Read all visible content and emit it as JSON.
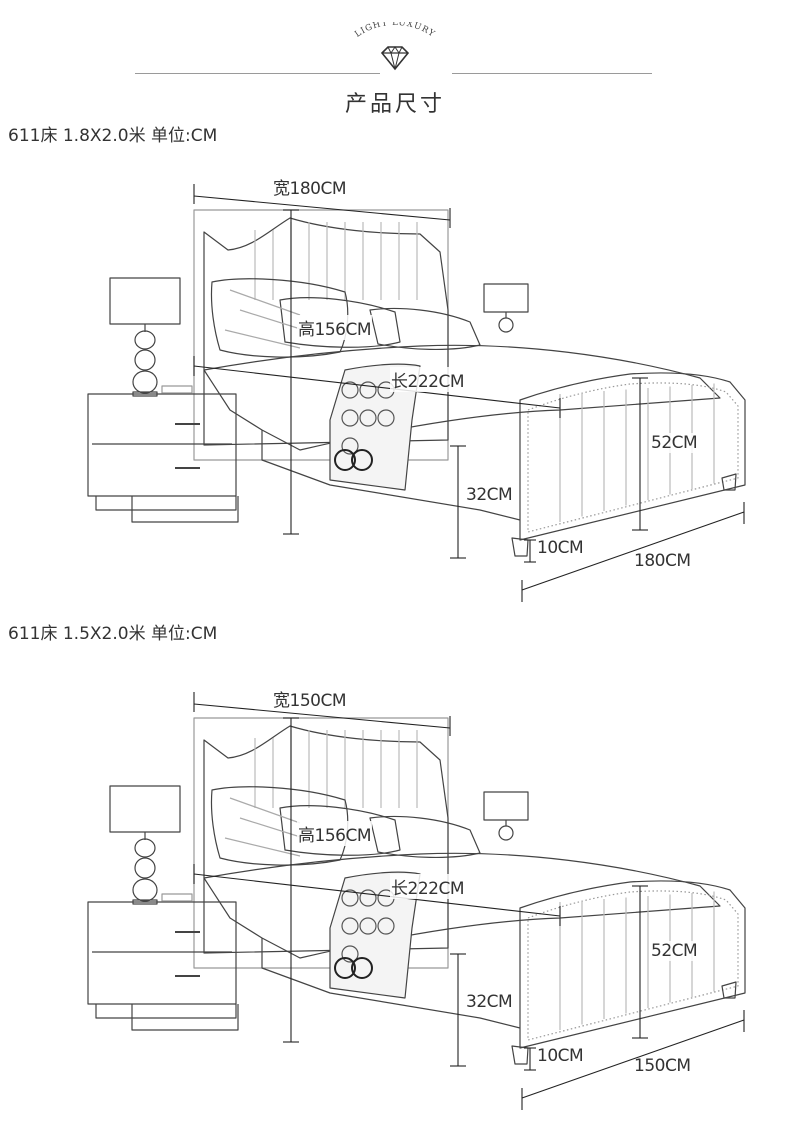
{
  "header": {
    "brand_arc": "LIGHT LUXURY",
    "title": "产品尺寸"
  },
  "sections": [
    {
      "spec": "611床 1.8X2.0米 单位:CM",
      "width_label": "宽180CM",
      "height_label": "高156CM",
      "length_label": "长222CM",
      "footboard_label": "52CM",
      "side_label": "32CM",
      "leg_label": "10CM",
      "bottom_label": "180CM"
    },
    {
      "spec": "611床 1.5X2.0米 单位:CM",
      "width_label": "宽150CM",
      "height_label": "高156CM",
      "length_label": "长222CM",
      "footboard_label": "52CM",
      "side_label": "32CM",
      "leg_label": "10CM",
      "bottom_label": "150CM"
    }
  ]
}
